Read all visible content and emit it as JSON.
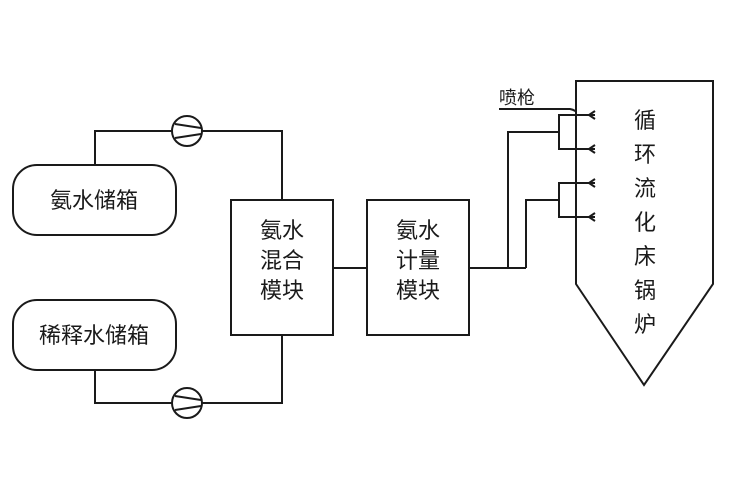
{
  "diagram": {
    "ammonia_tank": {
      "label": "氨水储箱"
    },
    "dilution_tank": {
      "label": "稀释水储箱"
    },
    "mixing_module": {
      "lines": [
        "氨水",
        "混合",
        "模块"
      ]
    },
    "metering_module": {
      "lines": [
        "氨水",
        "计量",
        "模块"
      ]
    },
    "spray_gun": {
      "label": "喷枪"
    },
    "boiler": {
      "chars": [
        "循",
        "环",
        "流",
        "化",
        "床",
        "锅",
        "炉"
      ]
    },
    "pumps": [
      {
        "name": "ammonia-pump"
      },
      {
        "name": "dilution-pump"
      }
    ],
    "nozzle_count": 4,
    "colors": {
      "line": "#1a1a1a",
      "background": "#ffffff"
    }
  }
}
